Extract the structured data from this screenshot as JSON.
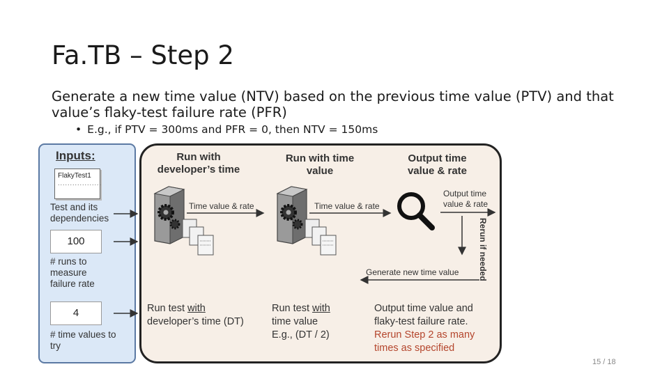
{
  "slide": {
    "title": "Fa.TB – Step 2",
    "body": "Generate a new time value (NTV) based on the previous time value (PTV) and that value’s flaky-test failure rate (PFR)",
    "bullet": "E.g., if PTV = 300ms and PFR = 0, then NTV = 150ms",
    "page_number": "15 / 18"
  },
  "inputs": {
    "title": "Inputs:",
    "file_name": "FlakyTest1",
    "file_dots": "..................",
    "test_label": "Test and its dependencies",
    "runs_value": "100",
    "runs_label": "# runs to measure failure rate",
    "times_value": "4",
    "times_label": "# time values to try"
  },
  "diagram": {
    "col1_header": "Run with developer’s time",
    "col2_header": "Run with time value",
    "col3_header": "Output time value & rate",
    "arrow1_label": "Time value & rate",
    "arrow2_label": "Time value & rate",
    "output_label": "Output time value & rate",
    "rerun_label": "Rerun if needed",
    "generate_label": "Generate new time value",
    "step1_prefix": "Run test ",
    "step1_ul": "with",
    "step1_rest": "developer’s time (DT)",
    "step2_prefix": "Run test ",
    "step2_ul": "with",
    "step2_line2": "time value",
    "step2_line3": "E.g., (DT / 2)",
    "step3_black": "Output time value and flaky-test failure rate.",
    "step3_red": "Rerun Step 2 as many times as specified",
    "icons": [
      "server-gear-icon",
      "document-stack-icon",
      "magnifier-icon"
    ]
  }
}
